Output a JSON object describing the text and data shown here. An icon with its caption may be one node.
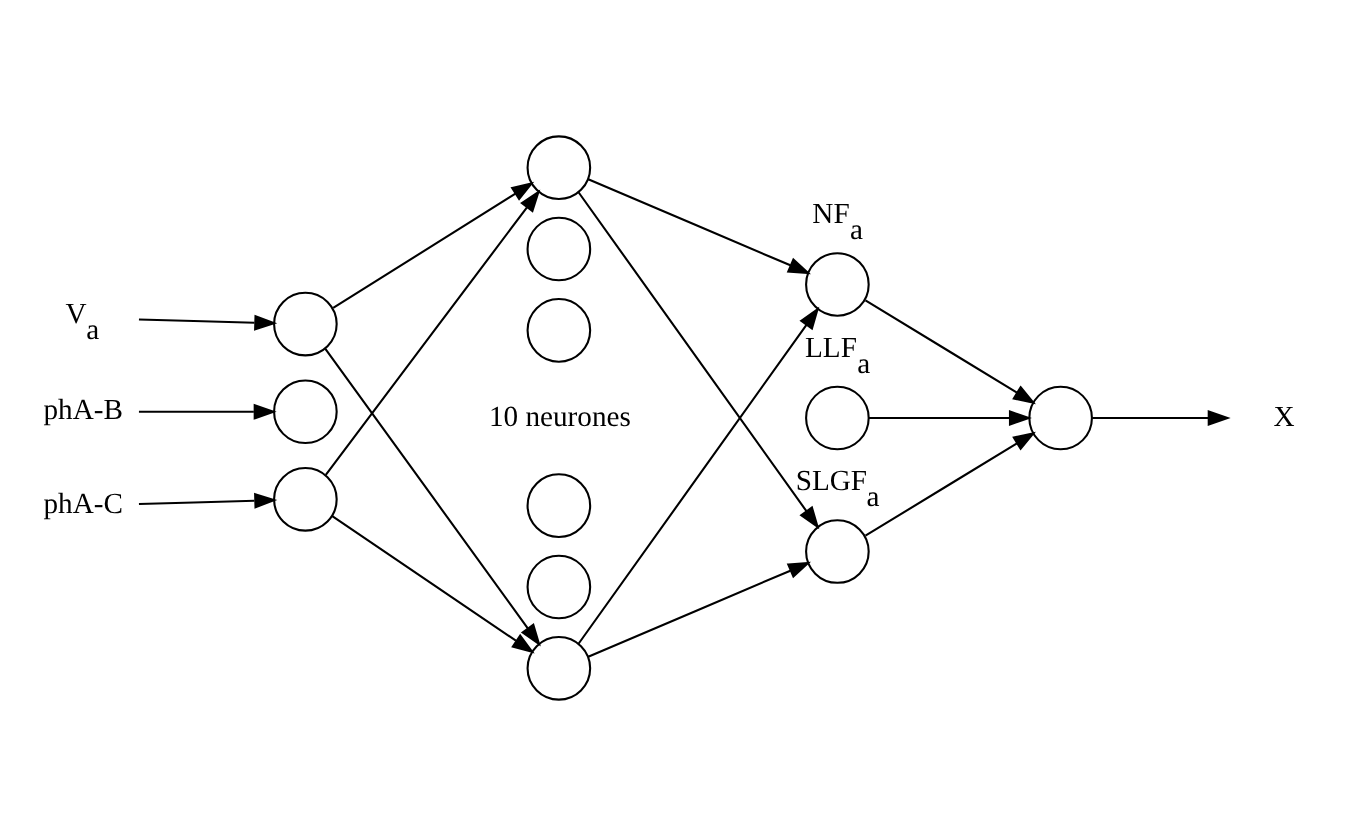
{
  "diagram": {
    "nodes": [
      {
        "text": [
          "V$_{a}$"
        ]
      },
      {
        "text": [
          "phA-B"
        ]
      },
      {
        "text": [
          "phA-C"
        ]
      },
      {
        "text": [],
        "shape": "circle"
      },
      {
        "text": [],
        "shape": "circle"
      },
      {
        "text": [],
        "shape": "circle"
      },
      {
        "text": [],
        "shape": "circle"
      },
      {
        "text": [],
        "shape": "circle"
      },
      {
        "text": [],
        "shape": "circle"
      },
      {
        "text": [],
        "shape": "circle"
      },
      {
        "text": [],
        "shape": "circle"
      },
      {
        "text": [],
        "shape": "circle"
      },
      {
        "text": [],
        "shape": "circle",
        "beside": [
          "NF$_{a}$"
        ]
      },
      {
        "text": [],
        "shape": "circle",
        "beside": [
          "LLF$_{a}$"
        ]
      },
      {
        "text": [],
        "shape": "circle",
        "beside": [
          "SLGF$_{a}$"
        ]
      },
      {
        "text": [],
        "shape": "circle"
      },
      {
        "text": [
          "X"
        ]
      }
    ],
    "edges": [
      {
        "from": 0,
        "to": 3,
        "arrow": "to"
      },
      {
        "from": 1,
        "to": 4,
        "arrow": "to"
      },
      {
        "from": 2,
        "to": 5,
        "arrow": "to"
      },
      {
        "from": 3,
        "to": 6,
        "arrow": "to"
      },
      {
        "from": 3,
        "to": 11,
        "arrow": "to"
      },
      {
        "from": 5,
        "to": 6,
        "arrow": "to"
      },
      {
        "from": 5,
        "to": 11,
        "arrow": "to"
      },
      {
        "from": 6,
        "to": 12,
        "arrow": "to"
      },
      {
        "from": 6,
        "to": 14,
        "arrow": "to"
      },
      {
        "from": 11,
        "to": 12,
        "arrow": "to"
      },
      {
        "from": 11,
        "to": 14,
        "arrow": "to"
      },
      {
        "from": 12,
        "to": 15,
        "arrow": "to"
      },
      {
        "from": 13,
        "to": 15,
        "arrow": "to"
      },
      {
        "from": 14,
        "to": 15,
        "arrow": "to"
      },
      {
        "from": 15,
        "to": 16,
        "arrow": "to"
      }
    ],
    "labels": [
      "10 neurones"
    ]
  }
}
